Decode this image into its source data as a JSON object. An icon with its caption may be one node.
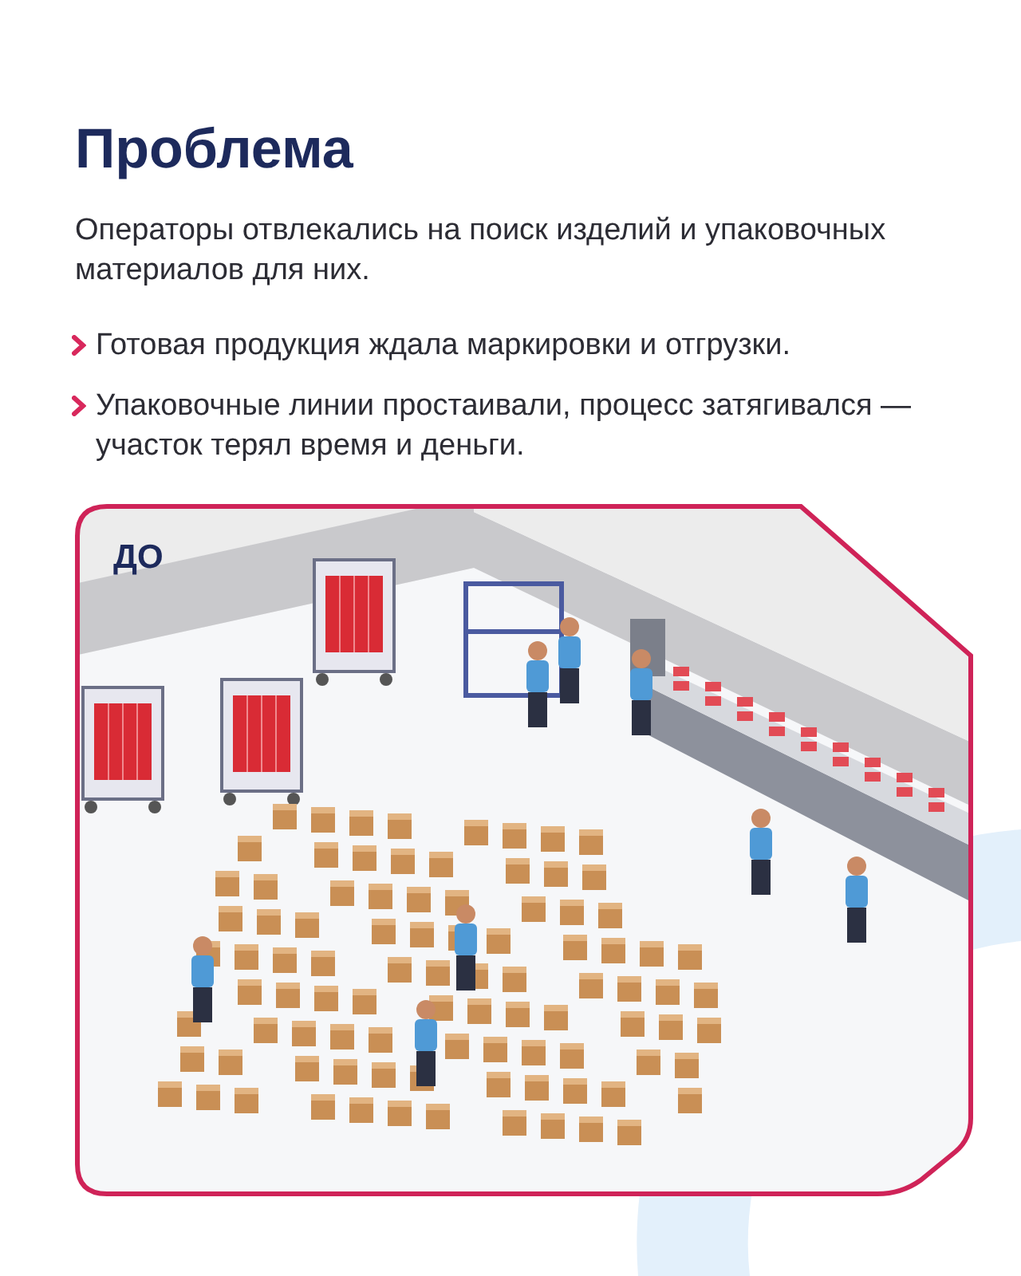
{
  "diagram": {
    "title": "Проблема",
    "nodes": [
      {
        "text": [
          "ДО"
        ]
      }
    ],
    "labels": [
      "Операторы отвлекались на поиск изделий и упаковочных материалов для них.",
      "Готовая продукция ждала маркировки и отгрузки.",
      "Упаковочные линии простаивали, процесс затягивался — участок терял время и деньги."
    ]
  }
}
